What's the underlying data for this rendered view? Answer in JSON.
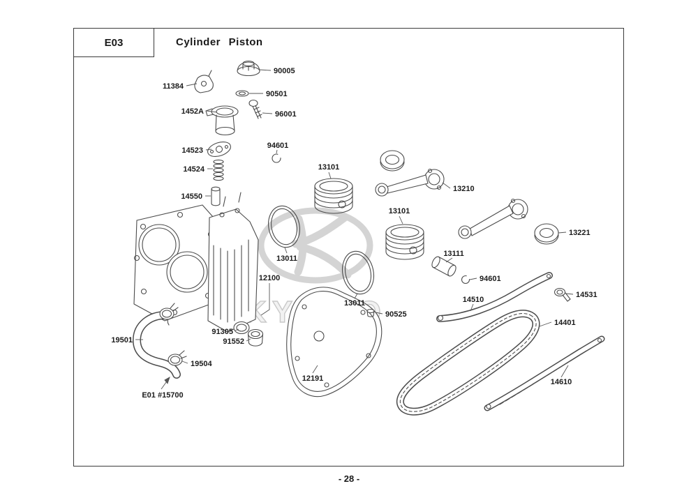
{
  "header": {
    "code": "E03",
    "title": "Cylinder Piston"
  },
  "footer": {
    "page_number": "- 28 -"
  },
  "watermark": {
    "brand": "KYMCO"
  },
  "parts": [
    {
      "label": "90005"
    },
    {
      "label": "11384"
    },
    {
      "label": "90501"
    },
    {
      "label": "1452A"
    },
    {
      "label": "96001"
    },
    {
      "label": "14523"
    },
    {
      "label": "94601"
    },
    {
      "label": "14524"
    },
    {
      "label": "13101"
    },
    {
      "label": "14550"
    },
    {
      "label": "13210"
    },
    {
      "label": "13101"
    },
    {
      "label": "13221"
    },
    {
      "label": "13011"
    },
    {
      "label": "13111"
    },
    {
      "label": "94601"
    },
    {
      "label": "12100"
    },
    {
      "label": "14510"
    },
    {
      "label": "14531"
    },
    {
      "label": "90525"
    },
    {
      "label": "13011"
    },
    {
      "label": "14401"
    },
    {
      "label": "19501"
    },
    {
      "label": "91305"
    },
    {
      "label": "91552"
    },
    {
      "label": "19504"
    },
    {
      "label": "12191"
    },
    {
      "label": "14610"
    },
    {
      "label": "E01 #15700"
    }
  ]
}
